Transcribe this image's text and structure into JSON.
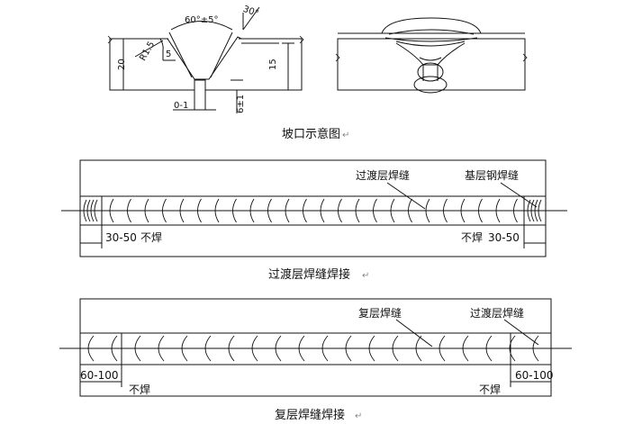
{
  "groove": {
    "caption": "坡口示意图",
    "angle_label": "60°±5°",
    "bevel_angle_label": "30°",
    "radius_label": "R1.5",
    "land_label": "5",
    "thickness_label": "20",
    "depth_label": "15",
    "gap_label": "0-1",
    "root_label": "6±1"
  },
  "transition_weld": {
    "caption": "过渡层焊缝焊接",
    "label_transition": "过渡层焊缝",
    "label_base": "基层钢焊缝",
    "left_dim": "30-50",
    "left_note": "不焊",
    "right_note": "不焊",
    "right_dim": "30-50"
  },
  "cladding_weld": {
    "caption": "复层焊缝焊接",
    "label_cladding": "复层焊缝",
    "label_transition": "过渡层焊缝",
    "left_dim": "60-100",
    "left_note": "不焊",
    "right_note": "不焊",
    "right_dim": "60-100"
  },
  "return_mark": "↵"
}
